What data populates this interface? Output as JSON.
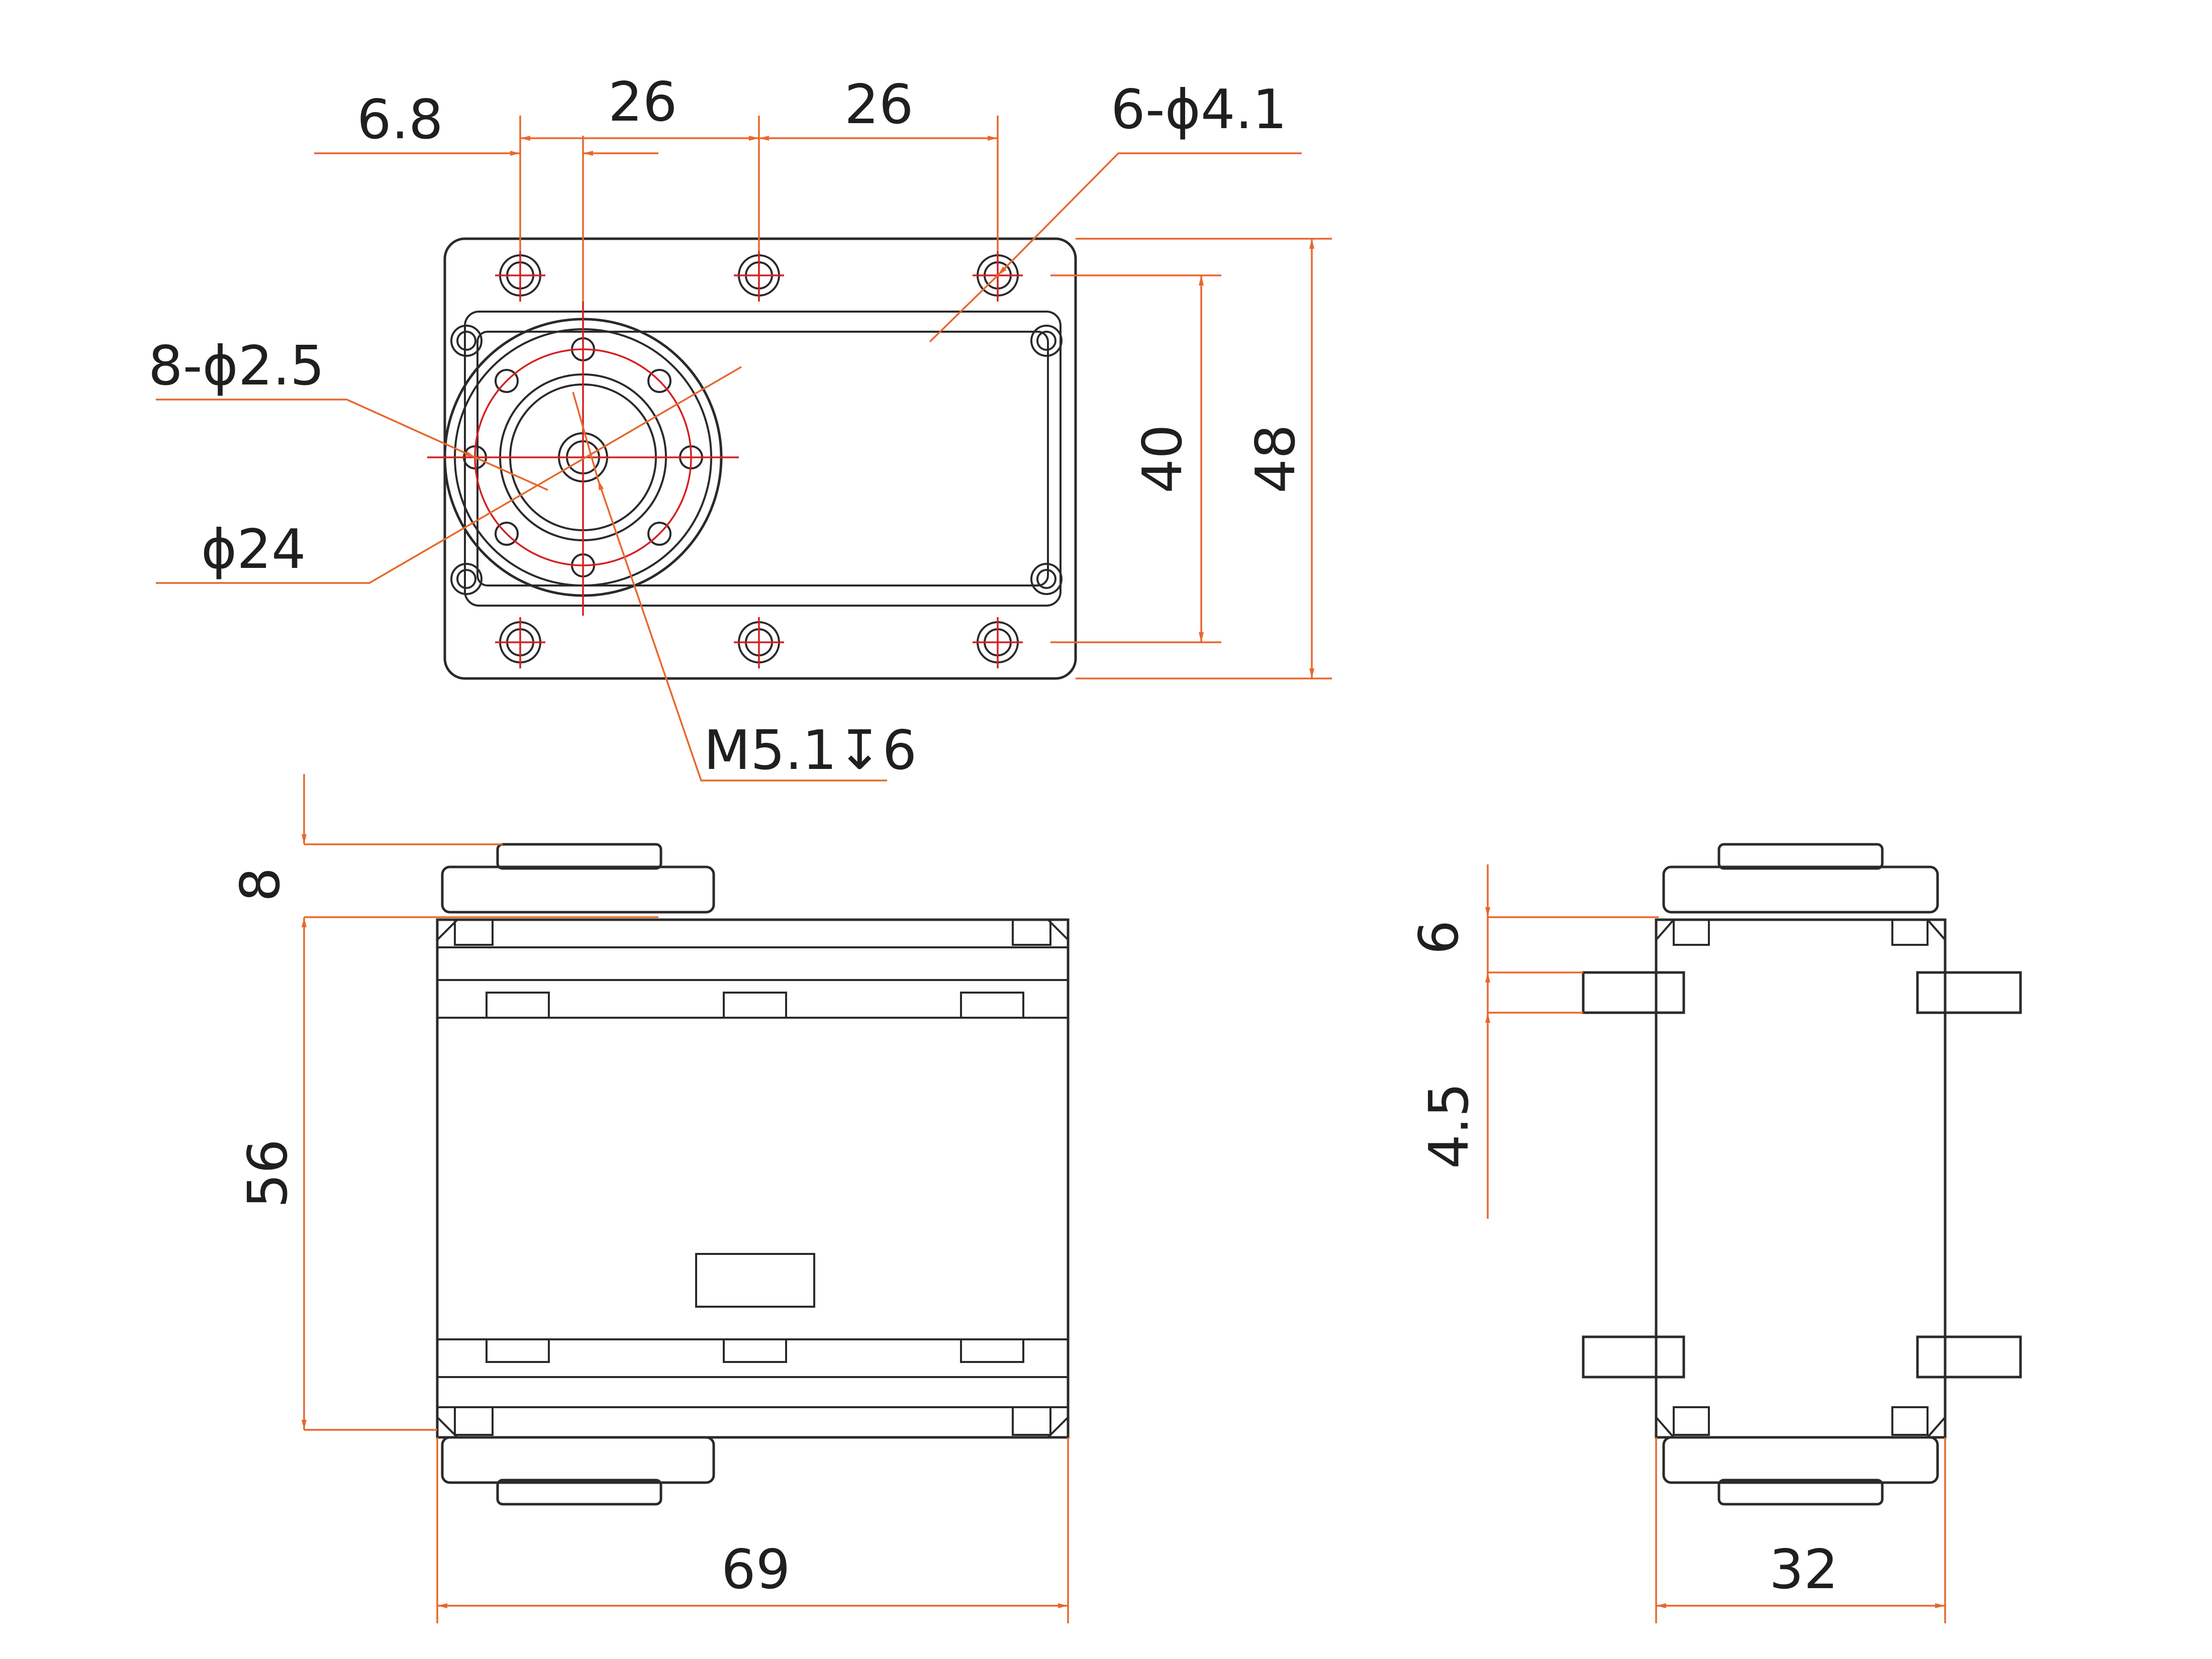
{
  "labels": {
    "d_6_8": "6.8",
    "d_26_a": "26",
    "d_26_b": "26",
    "holes_6": "6-ϕ4.1",
    "holes_8": "8-ϕ2.5",
    "dia_24": "ϕ24",
    "d_40": "40",
    "d_48": "48",
    "thread": "M5.1↧6",
    "d_8": "8",
    "d_56": "56",
    "d_69": "69",
    "d_6": "6",
    "d_4_5": "4.5",
    "d_32": "32"
  },
  "colors": {
    "outline": "#2a2a2a",
    "dimension": "#e8672d",
    "centerline": "#d42020"
  }
}
